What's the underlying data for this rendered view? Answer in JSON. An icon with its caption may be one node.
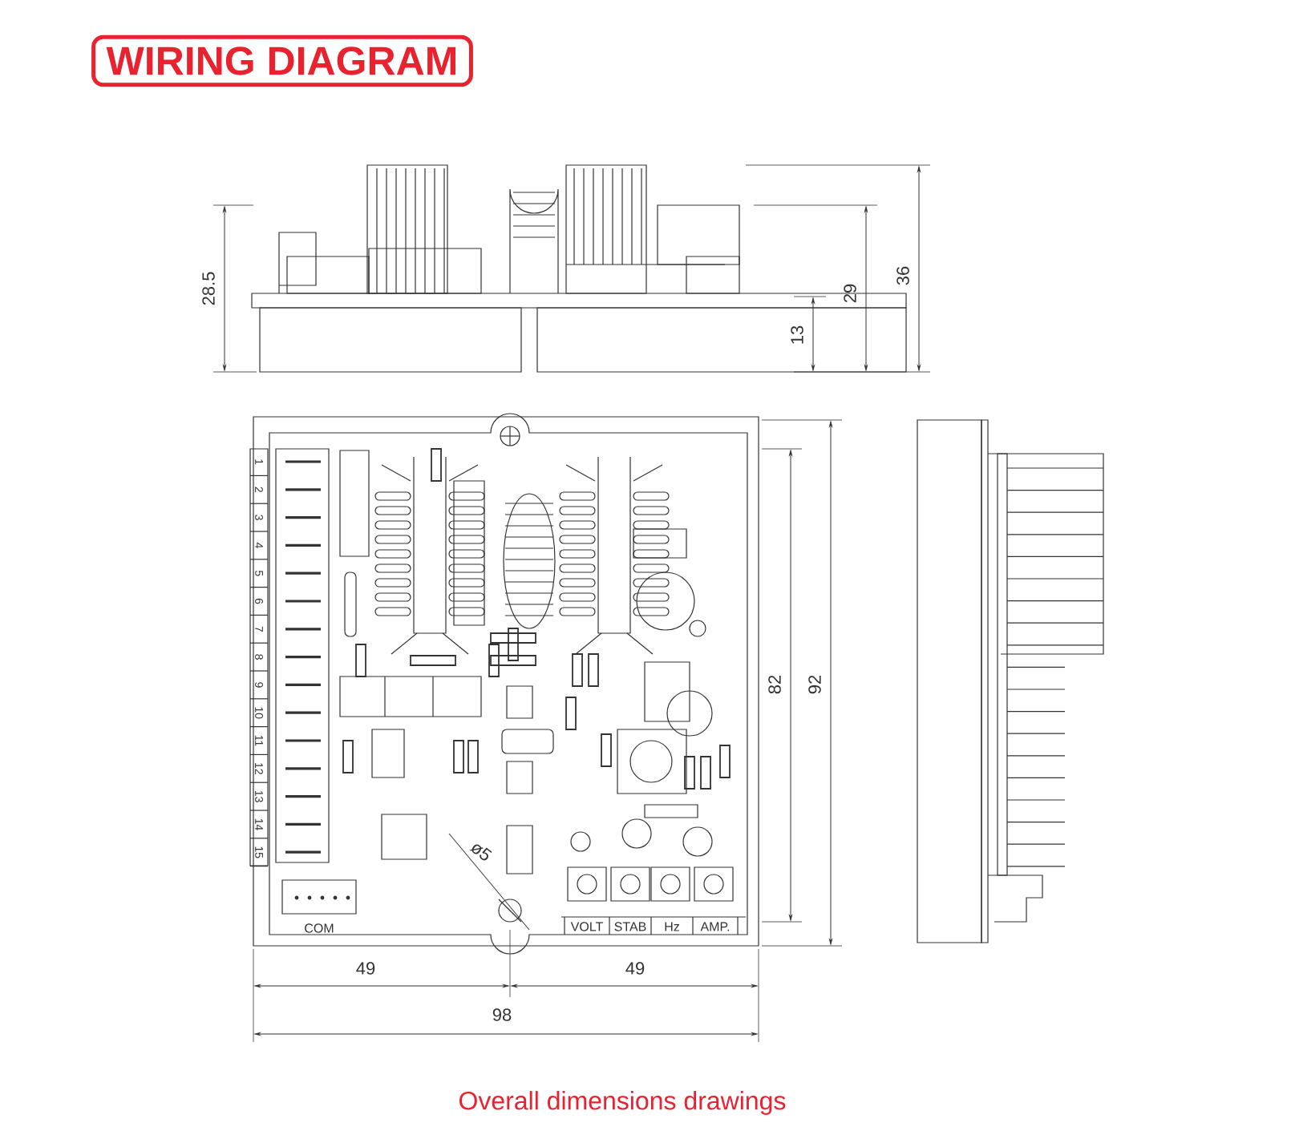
{
  "diagram": {
    "title": "WIRING DIAGRAM",
    "caption": "Overall dimensions drawings",
    "labels": [
      "28.5",
      "13",
      "29",
      "36",
      "1",
      "2",
      "3",
      "4",
      "5",
      "6",
      "7",
      "8",
      "9",
      "10",
      "11",
      "12",
      "13",
      "14",
      "15",
      "ø5",
      "COM",
      "VOLT",
      "STAB",
      "Hz",
      "AMP.",
      "82",
      "92",
      "49",
      "49",
      "98"
    ]
  }
}
